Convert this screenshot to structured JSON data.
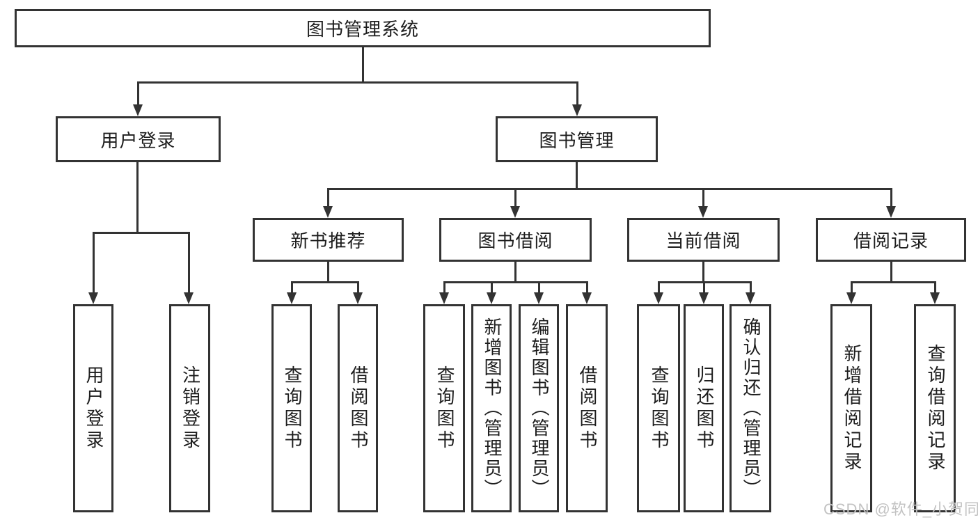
{
  "diagram": {
    "root": {
      "label": "图书管理系统"
    },
    "user_login": {
      "label": "用户登录",
      "children": [
        {
          "label": "用户登录"
        },
        {
          "label": "注销登录"
        }
      ]
    },
    "book_management": {
      "label": "图书管理",
      "new_book_recommend": {
        "label": "新书推荐",
        "children": [
          {
            "label": "查询图书"
          },
          {
            "label": "借阅图书"
          }
        ]
      },
      "book_borrowing": {
        "label": "图书借阅",
        "children": [
          {
            "label": "查询图书"
          },
          {
            "label": "新增图书（管理员）"
          },
          {
            "label": "编辑图书（管理员）"
          },
          {
            "label": "借阅图书"
          }
        ]
      },
      "current_borrowing": {
        "label": "当前借阅",
        "children": [
          {
            "label": "查询图书"
          },
          {
            "label": "归还图书"
          },
          {
            "label": "确认归还（管理员）"
          }
        ]
      },
      "borrowing_records": {
        "label": "借阅记录",
        "children": [
          {
            "label": "新增借阅记录"
          },
          {
            "label": "查询借阅记录"
          }
        ]
      }
    }
  },
  "watermark": "CSDN @软件_小贺同学",
  "colors": {
    "line": "#333333",
    "text": "#1d1d1d",
    "watermark": "#c3c3c3",
    "background": "#ffffff"
  }
}
